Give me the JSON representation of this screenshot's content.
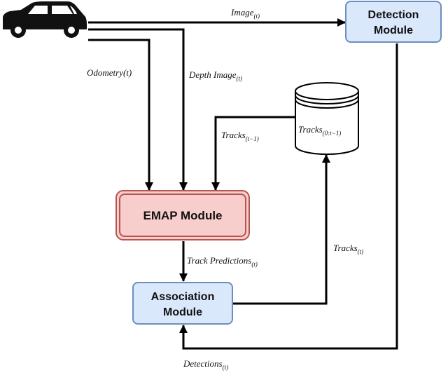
{
  "nodes": {
    "car": {
      "icon": "car-icon"
    },
    "detection": {
      "line1": "Detection",
      "line2": "Module"
    },
    "emap": {
      "label": "EMAP Module"
    },
    "association": {
      "line1": "Association",
      "line2": "Module"
    },
    "track_store": {
      "base": "Tracks",
      "sub": "(0:t−1)"
    }
  },
  "edges": {
    "image": {
      "base": "Image",
      "sub": "(t)"
    },
    "odometry": {
      "base": "Odometry(t)"
    },
    "depth_image": {
      "base": "Depth Image",
      "sub": "(t)"
    },
    "tracks_prev": {
      "base": "Tracks",
      "sub": "(t−1)"
    },
    "track_predictions": {
      "base": "Track Predictions",
      "sub": "(t)"
    },
    "tracks_t": {
      "base": "Tracks",
      "sub": "(t)"
    },
    "detections": {
      "base": "Detections",
      "sub": "(t)"
    }
  },
  "colors": {
    "module_fill": "#dae8fc",
    "module_stroke": "#6c8ebf",
    "emap_fill": "#f8cecc",
    "emap_stroke": "#b85450",
    "line": "#000000"
  }
}
